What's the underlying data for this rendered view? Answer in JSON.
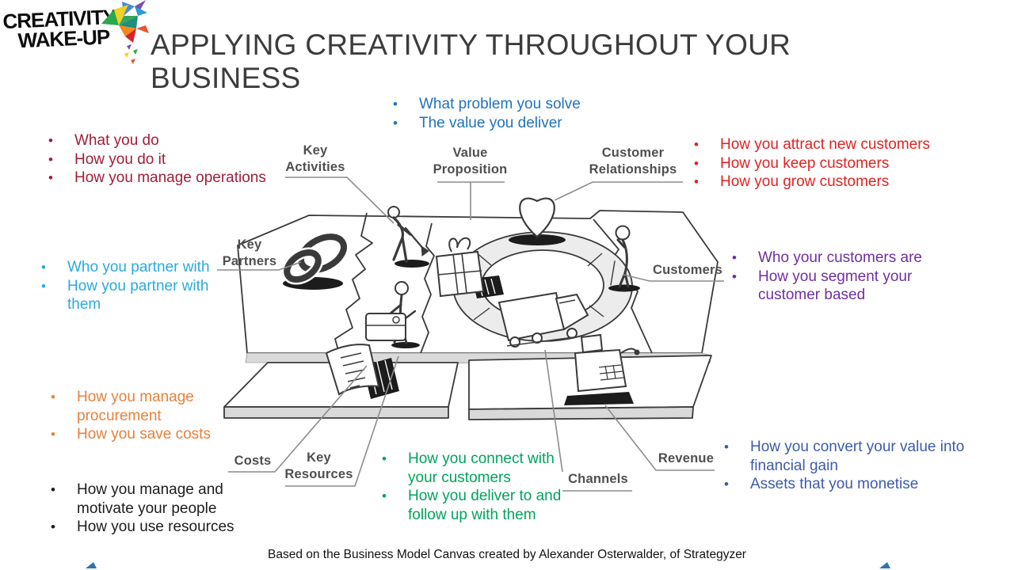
{
  "logo": {
    "line1": "CREATIVITY",
    "line2": "WAKE-UP",
    "bird_icon": "origami-bird"
  },
  "title": "APPLYING CREATIVITY THROUGHOUT YOUR BUSINESS",
  "annotations": {
    "value_proposition": {
      "color": "#2272BC",
      "items": [
        "What problem you solve",
        "The value you deliver"
      ]
    },
    "key_activities": {
      "color": "#A11E39",
      "items": [
        "What you do",
        "How you do it",
        "How you manage operations"
      ]
    },
    "customer_relationships": {
      "color": "#E12222",
      "items": [
        "How you attract new customers",
        "How you keep customers",
        "How you grow customers"
      ]
    },
    "key_partners": {
      "color": "#2AA9E0",
      "items": [
        "Who you partner with",
        "How you partner with them"
      ]
    },
    "customers": {
      "color": "#6F2FA0",
      "items": [
        "Who your customers are",
        "How you segment your customer based"
      ]
    },
    "costs": {
      "color": "#E6813C",
      "items": [
        "How you manage procurement",
        "How you save costs"
      ]
    },
    "people_resources": {
      "color": "#1C1C1C",
      "items": [
        "How you manage and motivate your people",
        "How you use resources"
      ]
    },
    "channels": {
      "color": "#00A35C",
      "items": [
        "How you connect with your customers",
        "How you deliver to and follow up with them"
      ]
    },
    "revenue": {
      "color": "#3D5BA9",
      "items": [
        "How you convert your value into financial gain",
        "Assets that you monetise"
      ]
    }
  },
  "canvas_labels": {
    "key_activities": "Key\nActivities",
    "value_proposition": "Value\nProposition",
    "customer_relationships": "Customer\nRelationships",
    "key_partners": "Key\nPartners",
    "customers": "Customers",
    "costs": "Costs",
    "key_resources": "Key\nResources",
    "channels": "Channels",
    "revenue": "Revenue"
  },
  "canvas_icons": [
    "interlocked-rings",
    "digging-person",
    "worker-machine",
    "gift-box",
    "heart",
    "customer-person",
    "delivery-truck",
    "cash-register",
    "cost-document"
  ],
  "footer": "Based on the Business Model Canvas created by Alexander Osterwalder, of Strategyzer",
  "accent_color": "#2E74B5"
}
